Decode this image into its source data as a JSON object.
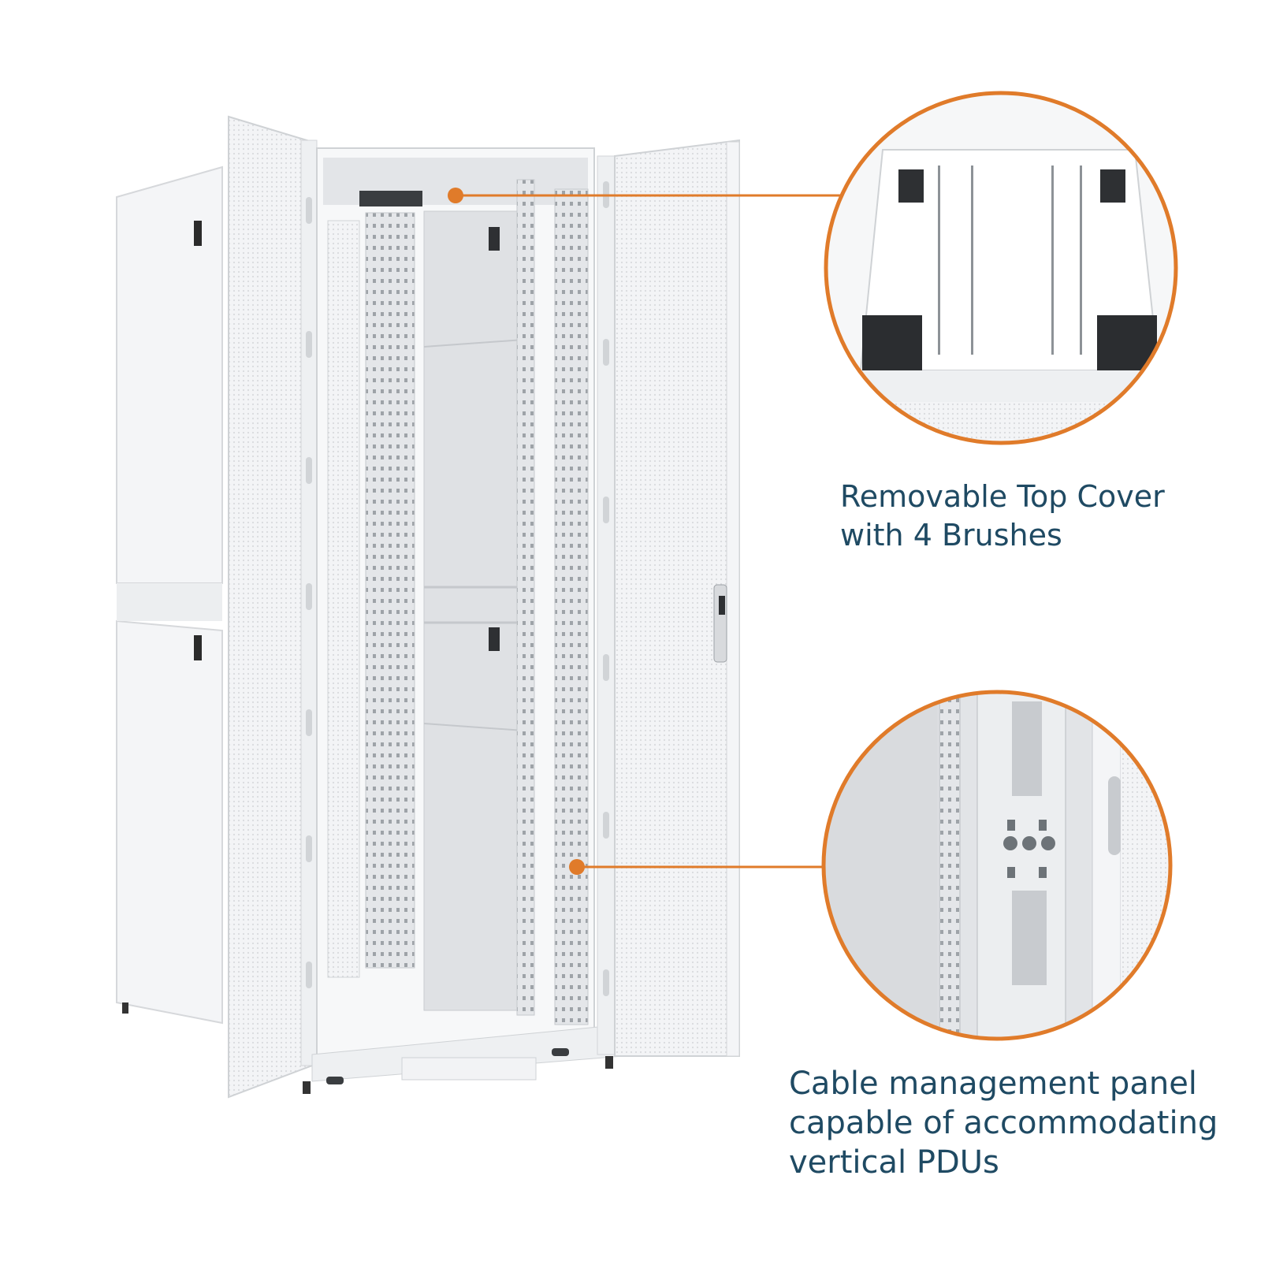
{
  "accent_color": "#e07b2a",
  "text_color": "#1f4a63",
  "callouts": [
    {
      "feature": "top-cover",
      "lines": [
        "Removable Top Cover",
        "with 4 Brushes"
      ]
    },
    {
      "feature": "cable-management",
      "lines": [
        "Cable management panel",
        "capable of accommodating",
        "vertical PDUs"
      ]
    }
  ]
}
